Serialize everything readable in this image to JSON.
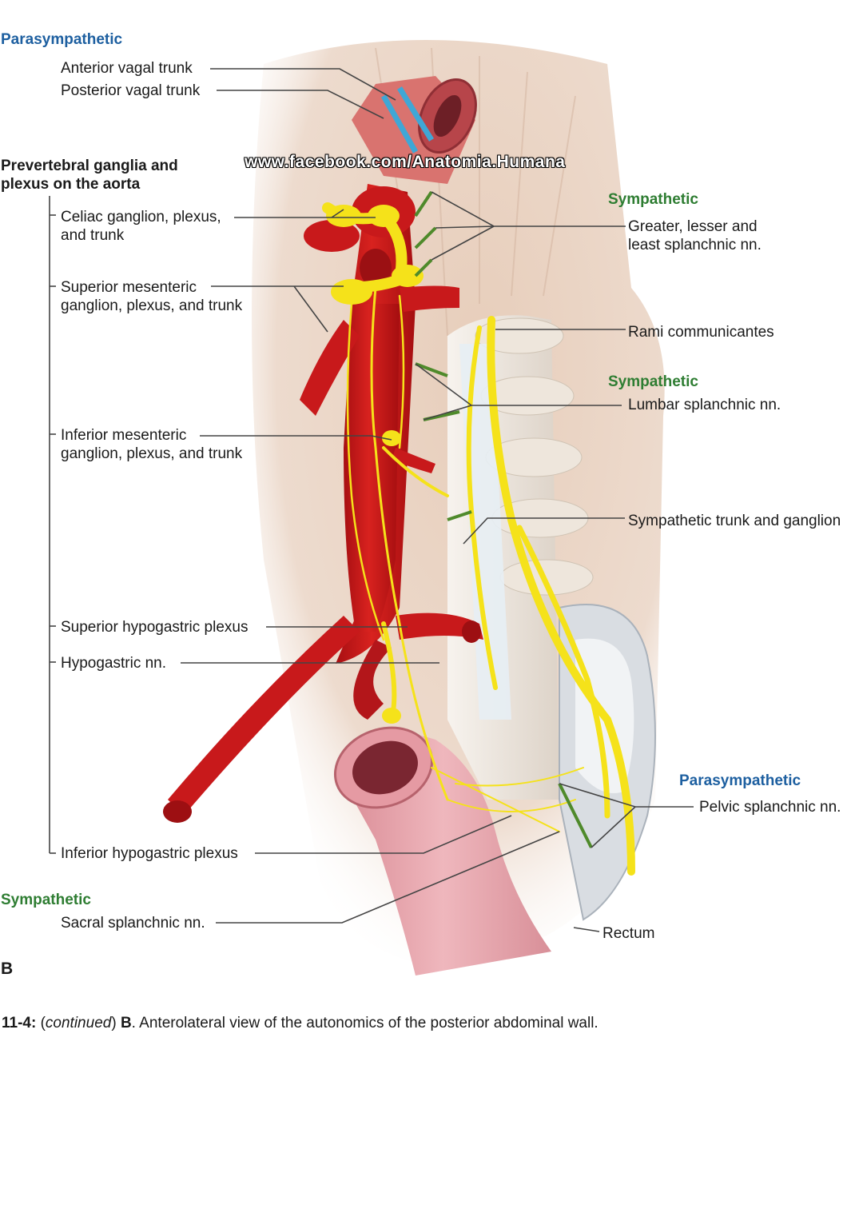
{
  "watermark": "www.facebook.com/Anatomia.Humana",
  "left": {
    "parasympathetic_heading": "Parasympathetic",
    "anterior_vagal": "Anterior vagal trunk",
    "posterior_vagal": "Posterior vagal trunk",
    "prevertebral_heading_1": "Prevertebral ganglia and",
    "prevertebral_heading_2": "plexus on the aorta",
    "celiac_1": "Celiac ganglion, plexus,",
    "celiac_2": "and trunk",
    "sup_mes_1": "Superior mesenteric",
    "sup_mes_2": "ganglion, plexus, and trunk",
    "inf_mes_1": "Inferior mesenteric",
    "inf_mes_2": "ganglion, plexus, and trunk",
    "sup_hypo": "Superior hypogastric plexus",
    "hypo_nn": "Hypogastric nn.",
    "inf_hypo": "Inferior hypogastric plexus",
    "sympathetic_heading": "Sympathetic",
    "sacral_splanchnic": "Sacral splanchnic nn."
  },
  "right": {
    "sympathetic_heading_1": "Sympathetic",
    "splanchnic_1": "Greater, lesser and",
    "splanchnic_2": "least splanchnic nn.",
    "rami": "Rami communicantes",
    "sympathetic_heading_2": "Sympathetic",
    "lumbar": "Lumbar splanchnic nn.",
    "trunk_ganglion": "Sympathetic trunk and ganglion",
    "parasympathetic_heading": "Parasympathetic",
    "pelvic": "Pelvic splanchnic nn.",
    "rectum": "Rectum"
  },
  "panel_letter": "B",
  "caption": {
    "number": "11-4:",
    "continued": "continued",
    "letter": "B",
    "text": ". Anterolateral view of the autonomics of the posterior abdominal wall."
  },
  "colors": {
    "aorta": "#c8191b",
    "nerve_yellow": "#f5e21a",
    "nerve_green": "#4f8a2b",
    "vagus_blue": "#3fa7d6",
    "muscle_tan": "#e3cbb8",
    "vertebra": "#efe9e2",
    "rectum_pink": "#e8a5ad",
    "parasympathetic_text": "#1d5fa0",
    "sympathetic_text": "#2e7d32"
  }
}
